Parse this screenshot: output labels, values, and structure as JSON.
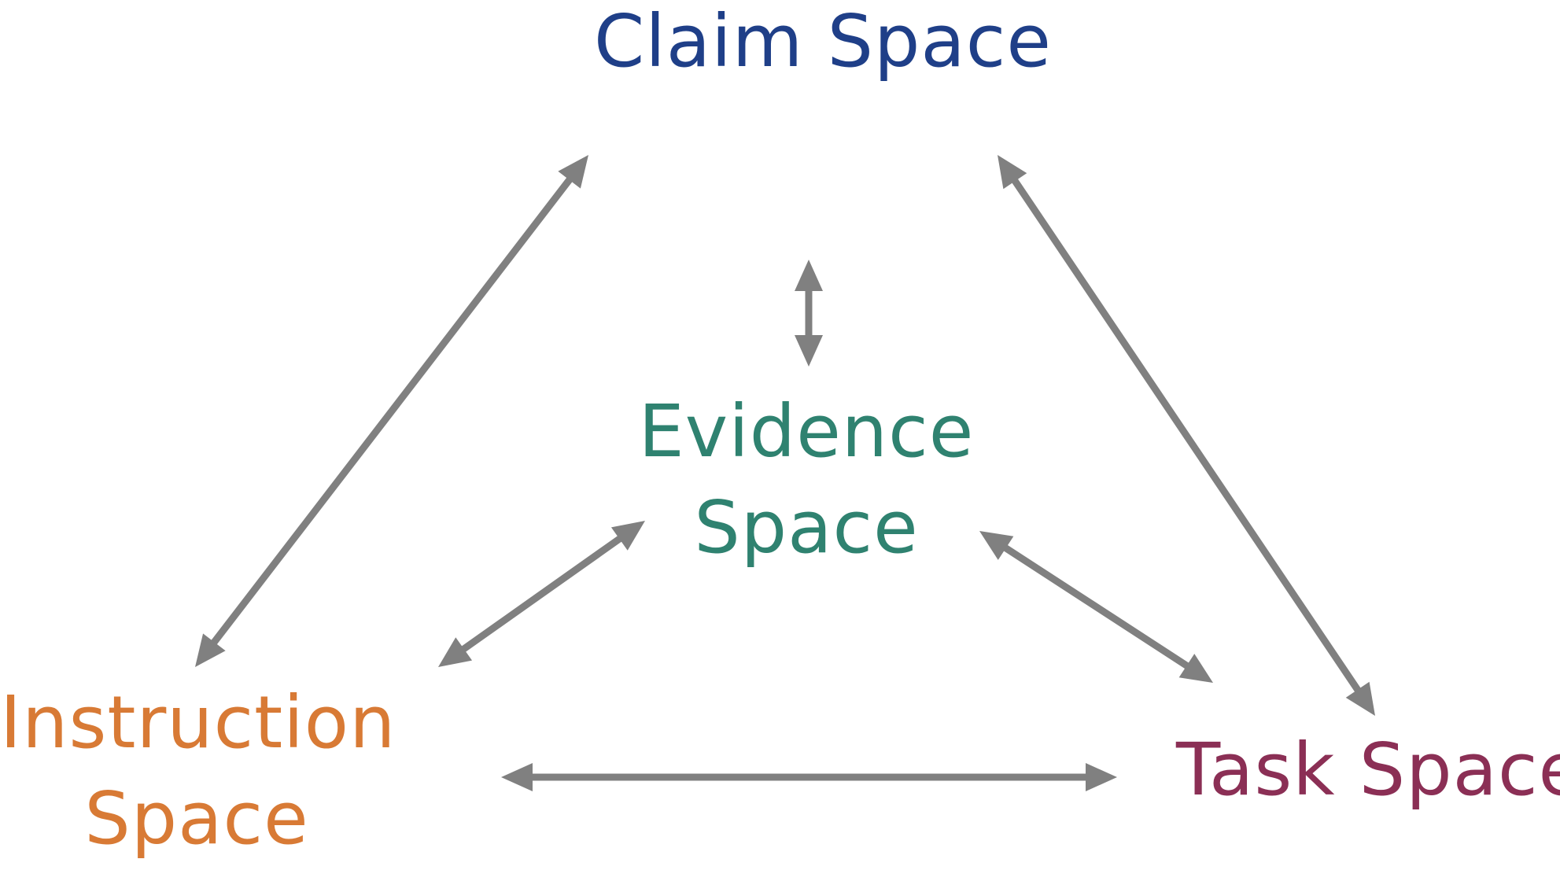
{
  "nodes": {
    "claim": {
      "lines": [
        "Claim Space"
      ],
      "color": "#1f3f88"
    },
    "evidence": {
      "lines": [
        "Evidence",
        "Space"
      ],
      "color": "#2f8270"
    },
    "instruction": {
      "lines": [
        "Instruction",
        "Space"
      ],
      "color": "#d87a35"
    },
    "task": {
      "lines": [
        "Task Space"
      ],
      "color": "#8b2f55"
    }
  },
  "arrow_color": "#808080"
}
